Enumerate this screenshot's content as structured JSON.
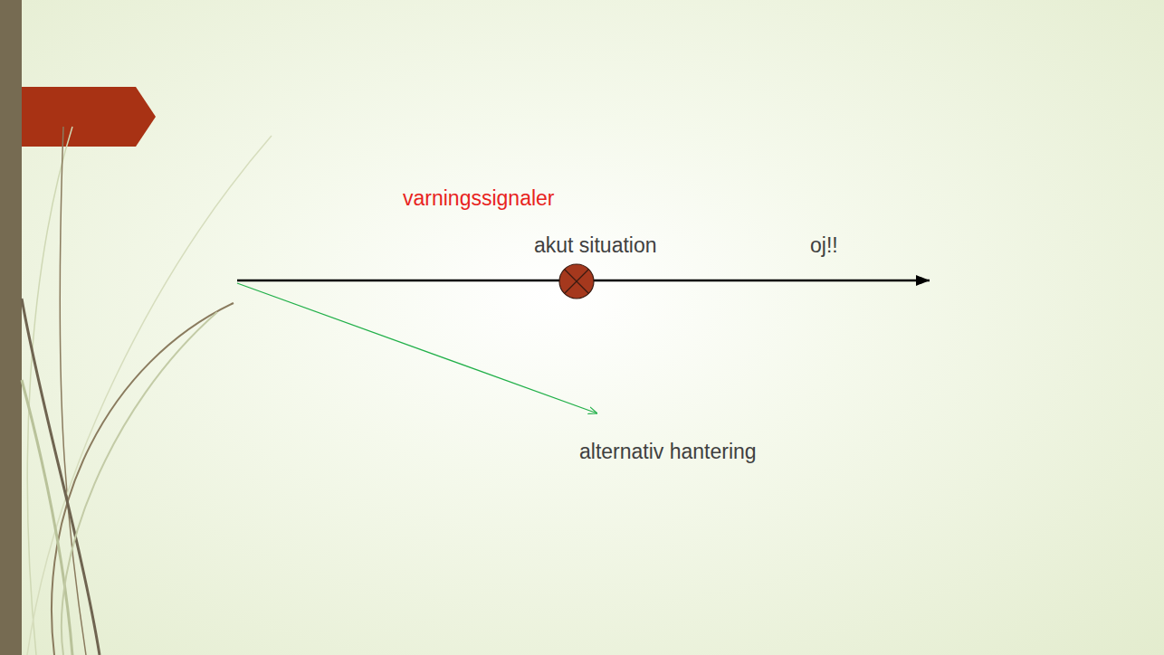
{
  "diagram": {
    "labels": [
      "varningssignaler",
      "akut situation",
      "oj!!",
      "alternativ hantering"
    ]
  }
}
